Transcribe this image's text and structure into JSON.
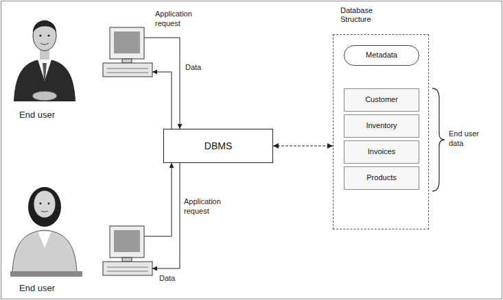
{
  "diagram": {
    "nodes": [
      {
        "text": [
          "DBMS"
        ]
      },
      {
        "text": [
          "Database Structure"
        ]
      },
      {
        "text": [
          "Metadata"
        ],
        "in": 1
      },
      {
        "text": [
          "Customer"
        ],
        "in": 1
      },
      {
        "text": [
          "Inventory"
        ],
        "in": 1
      },
      {
        "text": [
          "Invoices"
        ],
        "in": 1
      },
      {
        "text": [
          "Products"
        ],
        "in": 1
      }
    ],
    "edges": [
      {
        "from": 0,
        "to": 1,
        "arrow": "both"
      }
    ],
    "labels": [
      "End user",
      "Application request",
      "Data",
      "Application request",
      "Data",
      "End user",
      "End user data"
    ]
  }
}
